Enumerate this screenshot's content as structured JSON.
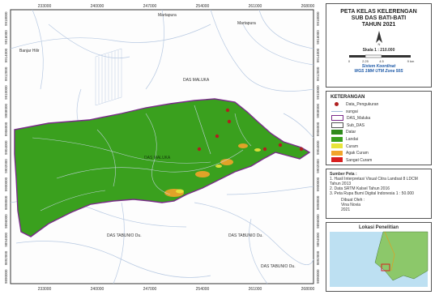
{
  "map": {
    "x_ticks": [
      "233000",
      "240000",
      "247000",
      "254000",
      "261000",
      "268000"
    ],
    "y_ticks": [
      "9918000",
      "9916000",
      "9914000",
      "9912000",
      "9910000",
      "9908000",
      "9906000",
      "9904000",
      "9902000",
      "9900000",
      "9898000",
      "9896000",
      "9894000",
      "9892000",
      "9890000"
    ],
    "labels": {
      "martapura_top": "Martapura",
      "martapura_right": "Martapura",
      "banjar_hilir": "Banjar Hilir",
      "das_maluka_top": "DAS MALUKA",
      "das_maluka_mid": "DAS MALUKA",
      "das_tabunio_left": "DAS TABUNIO Du.",
      "das_tabunio_mid": "DAS TABUNIO Du.",
      "das_tabunio_right": "DAS TABUNIO Du."
    },
    "colors": {
      "landai": "#3aa01e",
      "outline": "#7a2a8a",
      "river": "#9fb8d8",
      "point": "#b02020",
      "agak_curam": "#f2a42a",
      "curam": "#e8e43a"
    }
  },
  "panel": {
    "title": [
      "PETA KELAS KELERENGAN",
      "SUB DAS BATI-BATI",
      "TAHUN 2021"
    ],
    "scale_label": "Skala 1 : 210.000",
    "scale_ticks": [
      "0",
      "2.25",
      "4.5",
      "9 km"
    ],
    "coord_system": [
      "Sistem Koordinat",
      "WGS 1984 UTM Zone 50S"
    ],
    "keterangan_title": "KETERANGAN",
    "legend": [
      {
        "label": "Data_Pengukuran",
        "kind": "dot",
        "color": "#b02020"
      },
      {
        "label": "sungai",
        "kind": "line",
        "color": "#9fb8d8"
      },
      {
        "label": "DAS_Maluka",
        "kind": "outline",
        "color": "#7a2a8a"
      },
      {
        "label": "Sub_DAS",
        "kind": "outline",
        "color": "#555555"
      },
      {
        "label": "Datar",
        "kind": "fill",
        "color": "#2f8a1c"
      },
      {
        "label": "Landai",
        "kind": "fill",
        "color": "#3aa01e"
      },
      {
        "label": "Curam",
        "kind": "fill",
        "color": "#e8e43a"
      },
      {
        "label": "Agak Curam",
        "kind": "fill",
        "color": "#f2a42a"
      },
      {
        "label": "Sangat Curam",
        "kind": "fill",
        "color": "#d81e1e"
      }
    ],
    "sources_title": "Sumber Peta :",
    "sources": [
      "1. Hasil Interpretasi Visual Citra Landsat 8 LDCM Tahun 2013",
      "2. Data SRTM Kalsel Tahun 2016",
      "3. Peta Rupa Bumi Digital Indonesia 1 : 50.000"
    ],
    "author": [
      "Dibuat Oleh :",
      "Vina Novia",
      "2021"
    ],
    "inset_title": "Lokasi Penelitian"
  }
}
